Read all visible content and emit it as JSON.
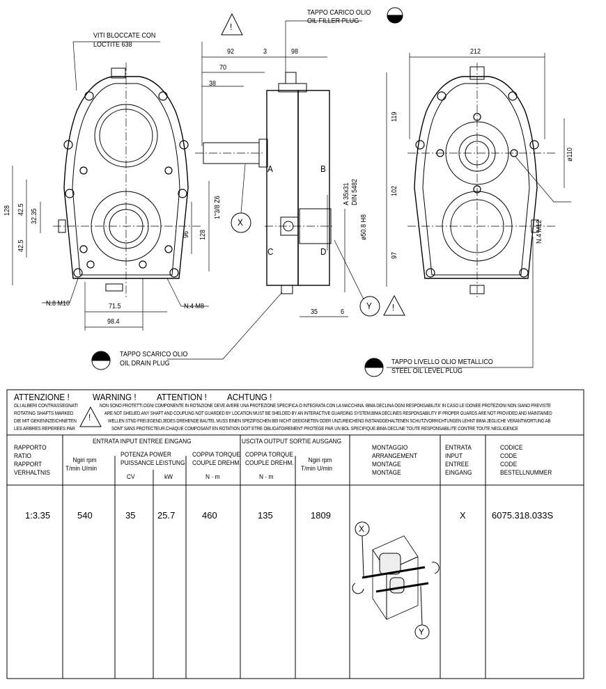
{
  "drawing": {
    "notes": {
      "loctite": [
        "VITI BLOCCATE CON",
        "LOCTITE 638"
      ],
      "filler": [
        "TAPPO CARICO OLIO",
        "OIL FILLER PLUG"
      ],
      "drain": [
        "TAPPO SCARICO OLIO",
        "OIL DRAIN PLUG"
      ],
      "level": [
        "TAPPO LIVELLO OLIO METALLICO",
        "STEEL OIL LEVEL PLUG"
      ]
    },
    "dims": {
      "d92": "92",
      "d3": "3",
      "d98": "98",
      "d70": "70",
      "d38": "38",
      "d212": "212",
      "d119": "119",
      "d102": "102",
      "d97": "97",
      "d110": "ø110",
      "d128l": "128",
      "d42a": "42.5",
      "d3235": "32.35",
      "d42b": "42.5",
      "d96": "96",
      "d128r": "128",
      "spline_in": "1\"3/8 Z6",
      "spline_out": "A 35x31",
      "din": "DIN 5482",
      "bore": "ø50.8 H8",
      "n4m12": "N.4 M12",
      "n8m10": "N.8 M10",
      "d715": "71.5",
      "d984": "98.4",
      "n4m8": "N.4 M8",
      "d35": "35",
      "d6": "6"
    },
    "markers": {
      "x": "X",
      "y": "Y",
      "a": "A",
      "b": "B",
      "c": "C",
      "d": "D"
    }
  },
  "warning": {
    "title": [
      "ATTENZIONE !",
      "WARNING !",
      "ATTENTION !",
      "ACHTUNG !"
    ],
    "left": [
      "GLI ALBERI CONTRASSEGNATI",
      "ROTATING SHAFTS MARKED",
      "DIE MIT GEKENNZEICHNETEN",
      "LES ARBRES REPEREES PAR"
    ],
    "right": [
      "NON SONO PROTETTI.OGNI COMPONENTE IN ROTAZIONE DEVE AVERE UNA PROTEZIONE SPECIFICA O INTEGRATA CON LA MACCHINA. BIMA DECLINA OGNI RESPONSABILITA' IN CASO LE IDONEE PROTEZIONI NON SIANO PREVISTE",
      "ARE NOT SHELIED.ANY SHAFT AND COUPLING NOT GUARDED BY LOCATION MUST BE SHELDED BY AN INTERACTIVE GUARDING SYSTEM.BIMA DECLINES RESPONSABILITY IF PROPER GUARDS ARE NOT PROVIDED AND MAINTAINED",
      "WELLEN STND FREI.EGEND.JEDES DREHENDE BAUTEL MUSS EINEN SPEZIFISCHEN BEI NICHT GEEIGNETEN ODER UNZUREICHEND INSTANDGEHALTENEN SCHUTZVORRICHTUNGEN LEHNT BIMA JEGLICHE VERANTWORTUNG AB",
      "SONT SANS PROTECTEUR.CHAQUE COMPOSANT EN ROTATION DOIT ETRE OBLIGATOIREMENT PROTEGE PAR UN BOL SPECIFIQUE.BIMA DECLINE TOUTE RESPONSABILITE CONTRE TOUTE NEGLIGENCE"
    ]
  },
  "table": {
    "headers": {
      "ratio": [
        "RAPPORTO",
        "RATIO",
        "RAPPORT",
        "VERHALTNIS"
      ],
      "input_group": "ENTRATA INPUT ENTREE EINGANG",
      "output_group": "USCITA OUTPUT SORTIE AUSGANG",
      "rpm_in": [
        "Ngiri   rpm",
        "T/min   U/min"
      ],
      "power": [
        "POTENZA POWER",
        "PUISSANCE LEISTUNG"
      ],
      "cv": "CV",
      "kw": "kW",
      "torque_in": [
        "COPPIA TORQUE",
        "COUPLE DREHM."
      ],
      "nm_in": "N · m",
      "torque_out": [
        "COPPIA TORQUE",
        "COUPLE DREHM."
      ],
      "nm_out": "N · m",
      "rpm_out": [
        "Ngiri   rpm",
        "T/min   U/min"
      ],
      "arrangement": [
        "MONTAGGIO",
        "ARRANGEMENT",
        "MONTAGE",
        "MONTAGE"
      ],
      "input": [
        "ENTRATA",
        "INPUT",
        "ENTREE",
        "EINGANG"
      ],
      "code": [
        "CODICE",
        "CODE",
        "CODE",
        "BESTELLNUMMER"
      ]
    },
    "row": {
      "ratio": "1:3.35",
      "rpm_in": "540",
      "cv": "35",
      "kw": "25.7",
      "torque_in": "460",
      "torque_out": "135",
      "rpm_out": "1809",
      "input": "X",
      "code": "6075.318.033S",
      "arrangement_markers": [
        "X",
        "Y"
      ]
    }
  }
}
